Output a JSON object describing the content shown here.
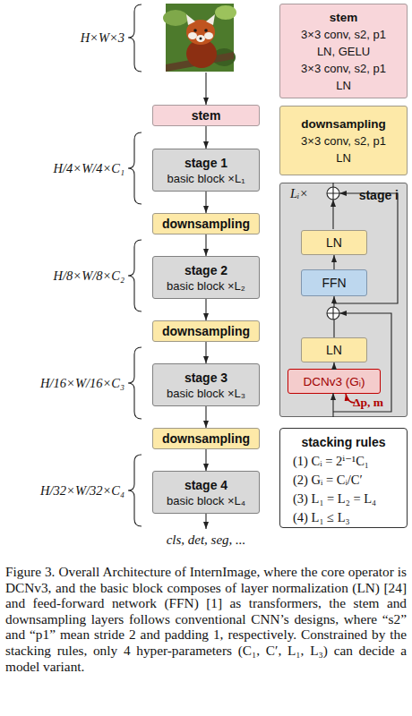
{
  "diagram": {
    "caption": "Figure 3. Overall Architecture of InternImage, where the core operator is DCNv3, and the basic block composes of layer normalization (LN) [24] and feed-forward network (FFN) [1] as transformers, the stem and downsampling layers follows conventional CNN’s designs, where “s2” and “p1” mean stride 2 and padding 1, respectively. Constrained by the stacking rules, only 4 hyper-parameters (C₁, C′, L₁, L₃) can decide a model variant.",
    "nodes": [
      {
        "text": [
          "stem"
        ]
      },
      {
        "text": [
          "stage 1",
          "basic block ×L₁"
        ]
      },
      {
        "text": [
          "downsampling"
        ]
      },
      {
        "text": [
          "stage 2",
          "basic block ×L₂"
        ]
      },
      {
        "text": [
          "downsampling"
        ]
      },
      {
        "text": [
          "stage 3",
          "basic block ×L₃"
        ]
      },
      {
        "text": [
          "downsampling"
        ]
      },
      {
        "text": [
          "stage 4",
          "basic block ×L₄"
        ]
      },
      {
        "text": [
          "stem",
          "3×3 conv, s2, p1",
          "LN, GELU",
          "3×3 conv, s2, p1",
          "LN"
        ]
      },
      {
        "text": [
          "downsampling",
          "3×3 conv, s2, p1",
          "LN"
        ]
      },
      {
        "text": [
          "stage i"
        ]
      },
      {
        "text": [
          "LN"
        ],
        "in": 10
      },
      {
        "text": [
          "FFN"
        ],
        "in": 10
      },
      {
        "text": [
          "LN"
        ],
        "in": 10
      },
      {
        "text": [
          "DCNv3 (Gᵢ)"
        ],
        "in": 10
      },
      {
        "text": [
          "stacking rules",
          "(1) Cᵢ = 2ⁱ⁻¹C₁",
          "(2) Gᵢ = Cᵢ/C′",
          "(3) L₁ = L₂ = L₄",
          "(4) L₁ ≤ L₃"
        ]
      }
    ],
    "edges": [
      {
        "from": 0,
        "to": 1,
        "arrow": "to"
      },
      {
        "from": 1,
        "to": 2,
        "arrow": "to"
      },
      {
        "from": 2,
        "to": 3,
        "arrow": "to"
      },
      {
        "from": 3,
        "to": 4,
        "arrow": "to"
      },
      {
        "from": 4,
        "to": 5,
        "arrow": "to"
      },
      {
        "from": 5,
        "to": 6,
        "arrow": "to"
      },
      {
        "from": 6,
        "to": 7,
        "arrow": "to"
      },
      {
        "from": 14,
        "to": 13,
        "arrow": "to"
      },
      {
        "from": 13,
        "to": 12,
        "arrow": "to"
      },
      {
        "from": 12,
        "to": 11,
        "arrow": "to"
      }
    ],
    "labels": [
      "H×W×3",
      "H/4×W/4×C₁",
      "H/8×W/8×C₂",
      "H/16×W/16×C₃",
      "H/32×W/32×C₄",
      "cls, det, seg, ...",
      "Lᵢ×",
      "Δp, m"
    ]
  }
}
